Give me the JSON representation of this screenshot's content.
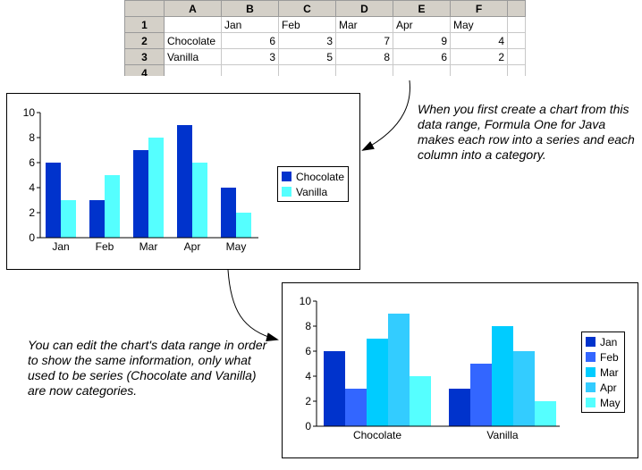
{
  "sheet": {
    "columns": [
      "A",
      "B",
      "C",
      "D",
      "E",
      "F"
    ],
    "rows": [
      {
        "num": "1",
        "cells": [
          "",
          "Jan",
          "Feb",
          "Mar",
          "Apr",
          "May"
        ]
      },
      {
        "num": "2",
        "cells": [
          "Chocolate",
          "6",
          "3",
          "7",
          "9",
          "4"
        ]
      },
      {
        "num": "3",
        "cells": [
          "Vanilla",
          "3",
          "5",
          "8",
          "6",
          "2"
        ]
      },
      {
        "num": "4",
        "cells": [
          "",
          "",
          "",
          "",
          "",
          ""
        ]
      }
    ]
  },
  "notes": {
    "top": "When you first create a chart from this data range, Formula One for Java makes each row into a series and each column into a category.",
    "bottom": "You can edit the chart's data range in order to show the same information, only what used to be series (Chocolate and Vanilla) are now categories."
  },
  "chart_data": [
    {
      "type": "bar",
      "categories": [
        "Jan",
        "Feb",
        "Mar",
        "Apr",
        "May"
      ],
      "series": [
        {
          "name": "Chocolate",
          "values": [
            6,
            3,
            7,
            9,
            4
          ],
          "color": "#0033cc"
        },
        {
          "name": "Vanilla",
          "values": [
            3,
            5,
            8,
            6,
            2
          ],
          "color": "#55ffff"
        }
      ],
      "ylim": [
        0,
        10
      ],
      "yticks": [
        "0",
        "2",
        "4",
        "6",
        "8",
        "10"
      ],
      "legend": "right"
    },
    {
      "type": "bar",
      "categories": [
        "Chocolate",
        "Vanilla"
      ],
      "series": [
        {
          "name": "Jan",
          "values": [
            6,
            3
          ],
          "color": "#0033cc"
        },
        {
          "name": "Feb",
          "values": [
            3,
            5
          ],
          "color": "#3366ff"
        },
        {
          "name": "Mar",
          "values": [
            7,
            8
          ],
          "color": "#00ccff"
        },
        {
          "name": "Apr",
          "values": [
            9,
            6
          ],
          "color": "#33ccff"
        },
        {
          "name": "May",
          "values": [
            4,
            2
          ],
          "color": "#55ffff"
        }
      ],
      "ylim": [
        0,
        10
      ],
      "yticks": [
        "0",
        "2",
        "4",
        "6",
        "8",
        "10"
      ],
      "legend": "right"
    }
  ]
}
